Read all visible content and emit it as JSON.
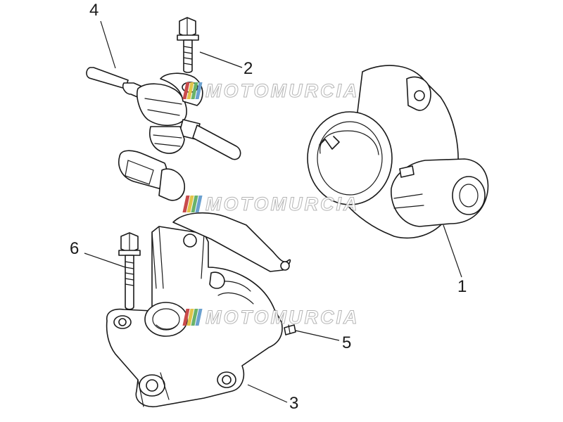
{
  "callouts": [
    {
      "id": "1",
      "label": "1"
    },
    {
      "id": "2",
      "label": "2"
    },
    {
      "id": "3",
      "label": "3"
    },
    {
      "id": "4",
      "label": "4"
    },
    {
      "id": "5",
      "label": "5"
    },
    {
      "id": "6",
      "label": "6"
    }
  ],
  "watermark": {
    "text": "MOTOMURCIA",
    "stripe_colors": [
      "#c94b4b",
      "#e2c44a",
      "#69b36a",
      "#6aa0cf"
    ]
  }
}
